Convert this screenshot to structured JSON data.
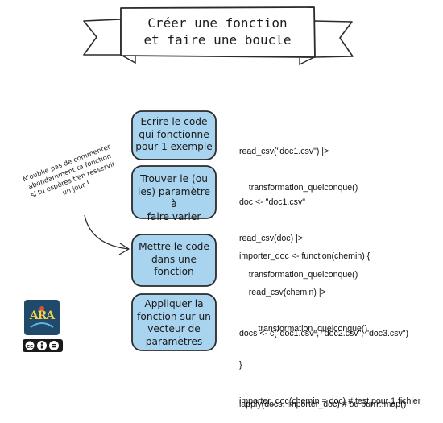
{
  "title": {
    "line1": "Créer une fonction",
    "line2": "et faire une boucle"
  },
  "steps": [
    {
      "label": "Ecrire le code qui fonctionne pour 1 exemple",
      "lines": [
        "Ecrire le code",
        "qui fonctionne",
        "pour 1 exemple"
      ],
      "code": [
        "read_csv(\"doc1.csv\") |>",
        "    transformation_quelconque()"
      ]
    },
    {
      "label": "Trouver le (ou les) paramètre à faire varier",
      "lines": [
        "Trouver le (ou",
        "les) paramètre à",
        "faire varier"
      ],
      "code": [
        "doc <- \"doc1.csv\"",
        "read_csv(doc) |>",
        "    transformation_quelconque()"
      ]
    },
    {
      "label": "Mettre le code dans une fonction",
      "lines": [
        "Mettre le code",
        "dans une",
        "fonction"
      ],
      "code": [
        "importer_doc <- function(chemin) {",
        "    read_csv(chemin) |>",
        "        transformation_quelconque()",
        "}",
        "importer_doc(chemin = doc) # test pour 1 fichier"
      ]
    },
    {
      "label": "Appliquer la fonction sur un vecteur de paramètres",
      "lines": [
        "Appliquer la",
        "fonction sur un",
        "vecteur de",
        "paramètres"
      ],
      "code": [
        "docs <- c(\"doc1.csv\", \"doc2.csv\", \"doc3.csv\")",
        "",
        "lapply(docs, importer_doc) # ou purrr::map()"
      ]
    }
  ],
  "note": {
    "lines": [
      "N'oublie pas de commenter",
      "abondamment ta fonction",
      "si tu espères t'en resservir",
      "un jour !"
    ]
  },
  "logo": {
    "text": "ARA"
  },
  "license": {
    "text": "cc"
  },
  "colors": {
    "box_fill": "#a9d4f0",
    "box_stroke": "#2a2a2a",
    "banner_fill": "#ffffff"
  }
}
